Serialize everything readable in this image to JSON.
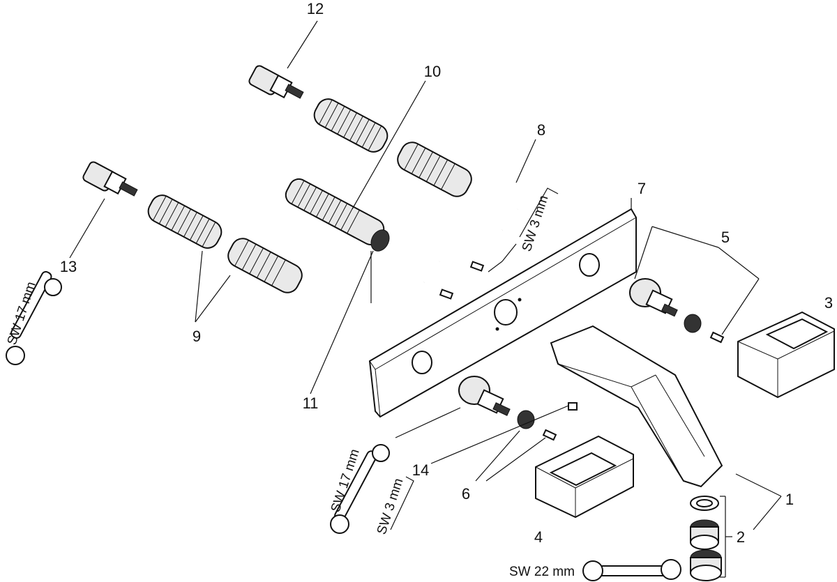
{
  "labels": {
    "p1": "1",
    "p2": "2",
    "p3": "3",
    "p4": "4",
    "p5": "5",
    "p6": "6",
    "p7": "7",
    "p8": "8",
    "p9": "9",
    "p10": "10",
    "p11": "11",
    "p12": "12",
    "p13": "13",
    "p14": "14"
  },
  "tools": {
    "sw17_top": "SW 17 mm",
    "sw3_top": "SW 3 mm",
    "sw17_bottom": "SW 17 mm",
    "sw3_bottom": "SW 3 mm",
    "sw22": "SW 22 mm"
  }
}
